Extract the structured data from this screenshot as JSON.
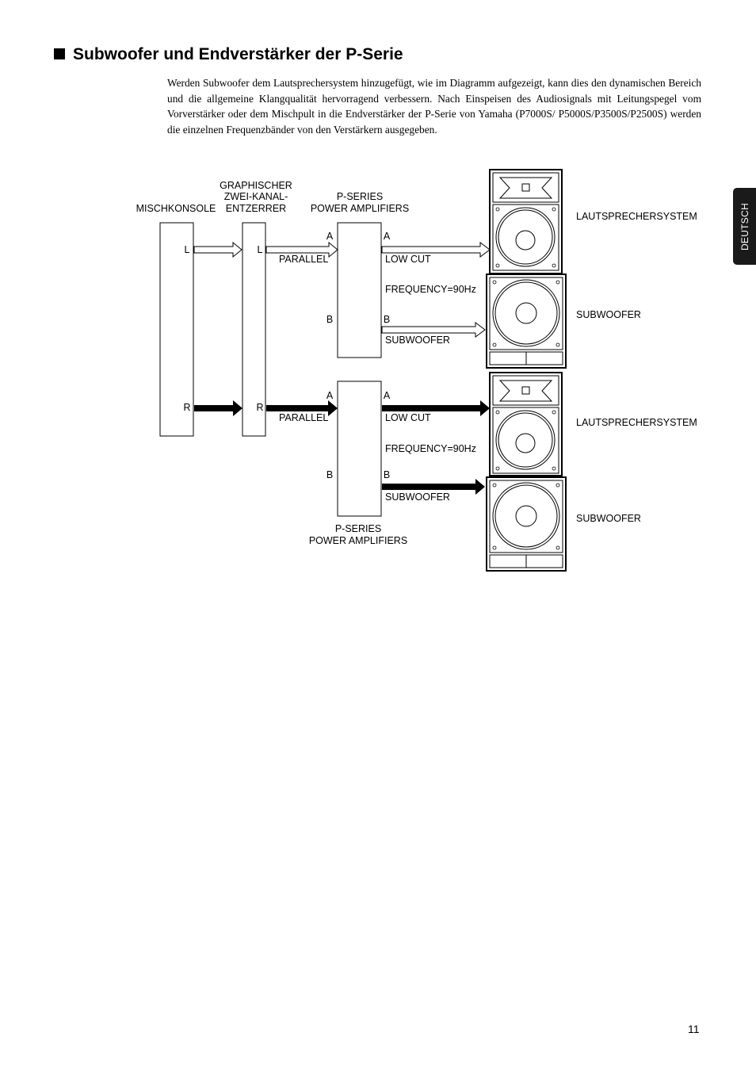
{
  "heading": "Subwoofer und Endverstärker der P-Serie",
  "body_text": "Werden Subwoofer dem Lautsprechersystem hinzugefügt, wie im Diagramm aufgezeigt, kann dies den dynamischen Bereich und die allgemeine Klangqualität hervorragend verbessern. Nach Einspeisen des Audiosignals mit Leitungspegel vom Vorverstärker oder dem Mischpult in die Endverstärker der P-Serie von Yamaha (P7000S/ P5000S/P3500S/P2500S) werden die einzelnen Frequenzbänder von den Verstärkern ausgegeben.",
  "side_tab": "DEUTSCH",
  "page_number": "11",
  "diagram": {
    "mixer_label": "MISCHKONSOLE",
    "eq_label_1": "GRAPHISCHER",
    "eq_label_2": "ZWEI-KANAL-",
    "eq_label_3": "ENTZERRER",
    "amp_top_label_1": "P-SERIES",
    "amp_top_label_2": "POWER AMPLIFIERS",
    "amp_bottom_label_1": "P-SERIES",
    "amp_bottom_label_2": "POWER AMPLIFIERS",
    "channel_l": "L",
    "channel_r": "R",
    "input_a": "A",
    "input_b": "B",
    "output_a": "A",
    "output_b": "B",
    "parallel": "PARALLEL",
    "low_cut": "LOW CUT",
    "frequency": "FREQUENCY=90Hz",
    "subwoofer_out": "SUBWOOFER",
    "speaker_system": "LAUTSPRECHERSYSTEM",
    "subwoofer_speaker": "SUBWOOFER"
  }
}
